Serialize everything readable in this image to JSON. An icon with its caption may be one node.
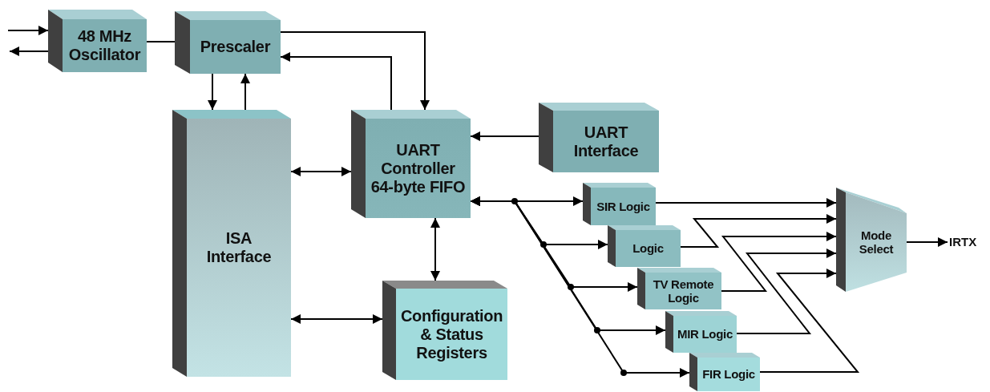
{
  "diagram": {
    "nodes": [
      {
        "text": [
          "48 MHz Oscillator"
        ]
      },
      {
        "text": [
          "Prescaler"
        ]
      },
      {
        "text": [
          "ISA Interface"
        ]
      },
      {
        "text": [
          "UART Controller 64-byte FIFO"
        ]
      },
      {
        "text": [
          "UART Interface"
        ]
      },
      {
        "text": [
          "Configuration & Status Registers"
        ]
      },
      {
        "text": [
          "SIR Logic"
        ]
      },
      {
        "text": [
          "Logic"
        ]
      },
      {
        "text": [
          "TV Remote Logic"
        ]
      },
      {
        "text": [
          "MIR Logic"
        ]
      },
      {
        "text": [
          "FIR Logic"
        ]
      },
      {
        "text": [
          "Mode Select"
        ]
      },
      {
        "text": [
          "IRTX"
        ]
      }
    ],
    "edges": [
      {
        "from": null,
        "to": 0,
        "arrow": "to"
      },
      {
        "from": 0,
        "to": null,
        "arrow": "to"
      },
      {
        "from": 0,
        "to": 1,
        "arrow": "none"
      },
      {
        "from": 1,
        "to": 2,
        "arrow": "to"
      },
      {
        "from": 2,
        "to": 1,
        "arrow": "to"
      },
      {
        "from": 1,
        "to": 3,
        "arrow": "to"
      },
      {
        "from": 3,
        "to": 1,
        "arrow": "to"
      },
      {
        "from": 4,
        "to": 3,
        "arrow": "to"
      },
      {
        "from": 2,
        "to": 3,
        "arrow": "both"
      },
      {
        "from": 2,
        "to": 5,
        "arrow": "both"
      },
      {
        "from": 3,
        "to": 5,
        "arrow": "both"
      },
      {
        "from": 3,
        "to": 6,
        "arrow": "both"
      },
      {
        "from": 3,
        "to": 7,
        "arrow": "both"
      },
      {
        "from": 3,
        "to": 8,
        "arrow": "both"
      },
      {
        "from": 3,
        "to": 9,
        "arrow": "both"
      },
      {
        "from": 3,
        "to": 10,
        "arrow": "both"
      },
      {
        "from": 6,
        "to": 11,
        "arrow": "to"
      },
      {
        "from": 7,
        "to": 11,
        "arrow": "to"
      },
      {
        "from": 8,
        "to": 11,
        "arrow": "to"
      },
      {
        "from": 9,
        "to": 11,
        "arrow": "to"
      },
      {
        "from": 10,
        "to": 11,
        "arrow": "to"
      },
      {
        "from": 11,
        "to": 12,
        "arrow": "to"
      }
    ]
  }
}
